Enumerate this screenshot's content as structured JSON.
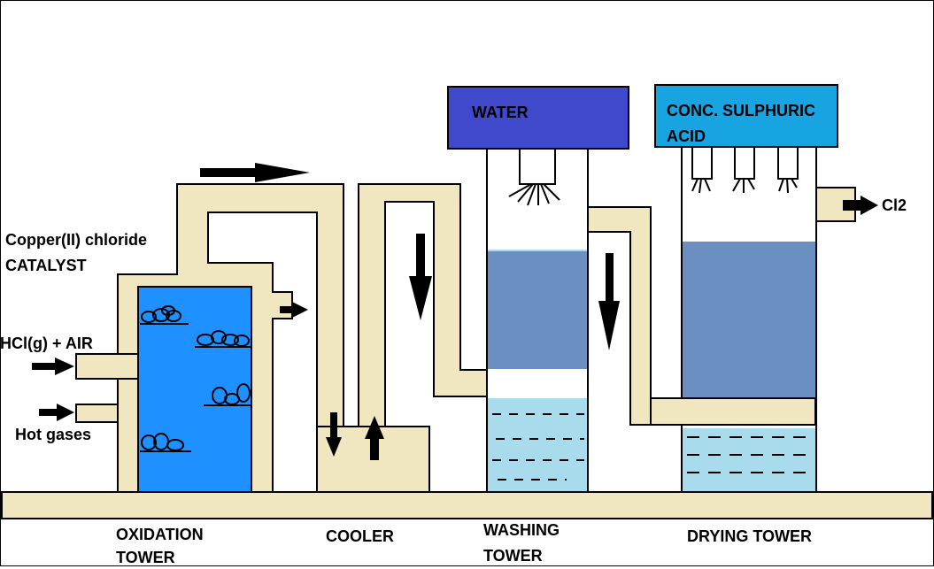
{
  "labels": {
    "catalyst_line1": "Copper(II) chloride",
    "catalyst_line2": "CATALYST",
    "feed": "HCl(g) + AIR",
    "hot_gases": "Hot gases",
    "water": "WATER",
    "acid_line1": "CONC. SULPHURIC",
    "acid_line2": "ACID",
    "product": "Cl2"
  },
  "units": {
    "oxidation_line1": "OXIDATION",
    "oxidation_line2": "TOWER",
    "cooler": "COOLER",
    "washing_line1": "WASHING",
    "washing_line2": "TOWER",
    "drying": "DRYING TOWER"
  },
  "colors": {
    "pipe": "#f0e6c0",
    "catalyst_bed": "#1e90ff",
    "water_tank": "#4049cc",
    "acid_tank": "#18a4e0",
    "liquid_upper": "#6a8fc0",
    "liquid_lower": "#a8dced",
    "outline": "#000000"
  }
}
